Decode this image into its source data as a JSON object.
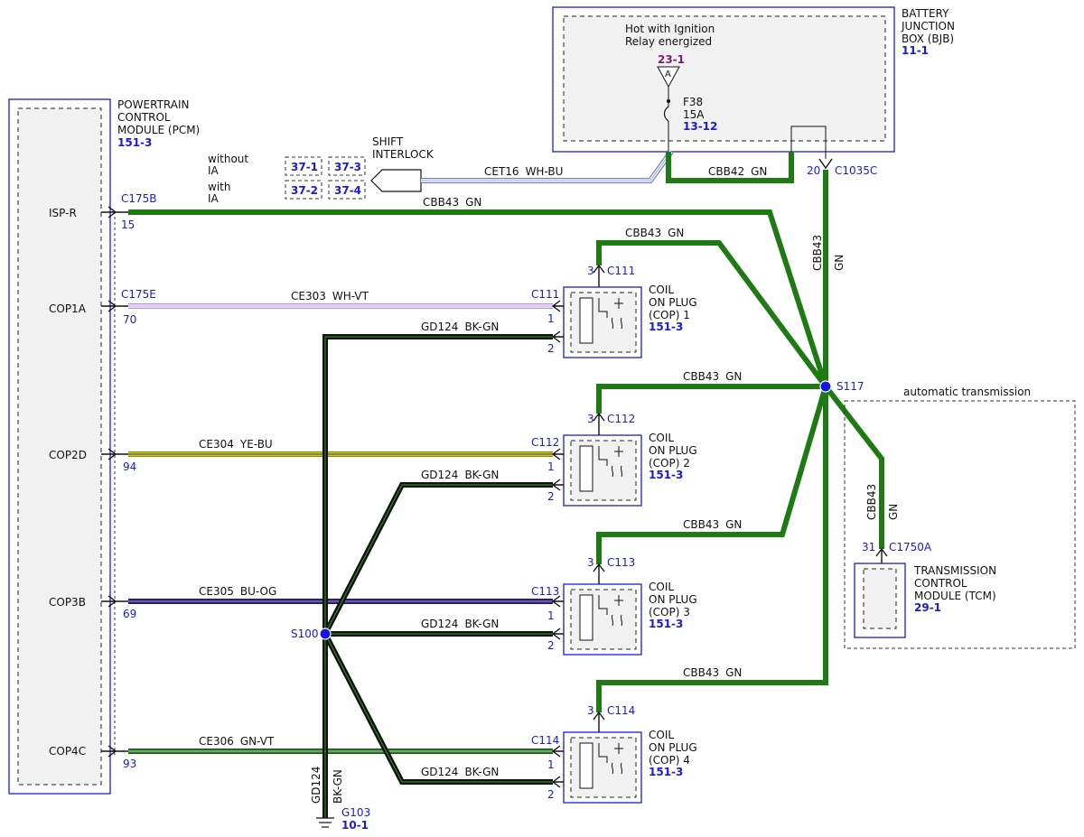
{
  "modules": {
    "pcm": {
      "name_lines": [
        "POWERTRAIN",
        "CONTROL",
        "MODULE (PCM)"
      ],
      "ref": "151-3"
    },
    "bjb": {
      "name_lines": [
        "BATTERY",
        "JUNCTION",
        "BOX (BJB)"
      ],
      "ref": "11-1",
      "note_lines": [
        "Hot with Ignition",
        "Relay energized"
      ],
      "circuit_ref": "23-1",
      "circuit_tag": "A",
      "fuse_name": "F38",
      "fuse_rating": "15A",
      "fuse_ref": "13-12"
    },
    "tcm": {
      "name_lines": [
        "TRANSMISSION",
        "CONTROL",
        "MODULE (TCM)"
      ],
      "ref": "29-1",
      "region_label": "automatic transmission"
    },
    "shift_interlock": {
      "name_lines": [
        "SHIFT",
        "INTERLOCK"
      ],
      "without_lines": [
        "without",
        "IA"
      ],
      "with_lines": [
        "with",
        "IA"
      ],
      "refs": [
        "37-1",
        "37-3",
        "37-2",
        "37-4"
      ]
    },
    "cops": [
      {
        "name_lines": [
          "COIL",
          "ON PLUG",
          "(COP) 1"
        ],
        "ref": "151-3"
      },
      {
        "name_lines": [
          "COIL",
          "ON PLUG",
          "(COP) 2"
        ],
        "ref": "151-3"
      },
      {
        "name_lines": [
          "COIL",
          "ON PLUG",
          "(COP) 3"
        ],
        "ref": "151-3"
      },
      {
        "name_lines": [
          "COIL",
          "ON PLUG",
          "(COP) 4"
        ],
        "ref": "151-3"
      }
    ]
  },
  "pcm_pins": [
    {
      "label": "ISP-R",
      "connector": "C175B",
      "pin": "15"
    },
    {
      "label": "COP1A",
      "connector": "C175E",
      "pin": "70"
    },
    {
      "label": "COP2D",
      "connector": "",
      "pin": "94"
    },
    {
      "label": "COP3B",
      "connector": "",
      "pin": "69"
    },
    {
      "label": "COP4C",
      "connector": "",
      "pin": "93"
    }
  ],
  "connectors": {
    "c1035c": {
      "name": "C1035C",
      "pin": "20"
    },
    "c1750a": {
      "name": "C1750A",
      "pin": "31"
    },
    "cop_connectors": [
      {
        "name": "C111",
        "pin_top": "3",
        "pin1": "1",
        "pin2": "2"
      },
      {
        "name": "C112",
        "pin_top": "3",
        "pin1": "1",
        "pin2": "2"
      },
      {
        "name": "C113",
        "pin_top": "3",
        "pin1": "1",
        "pin2": "2"
      },
      {
        "name": "C114",
        "pin_top": "3",
        "pin1": "1",
        "pin2": "2"
      }
    ]
  },
  "splices": {
    "s117": "S117",
    "s100": "S100"
  },
  "ground": {
    "name": "G103",
    "ref": "10-1"
  },
  "wire_labels": {
    "cet16": {
      "circuit": "CET16",
      "color": "WH-BU"
    },
    "cbb42": {
      "circuit": "CBB42",
      "color": "GN"
    },
    "cbb43_main": {
      "circuit": "CBB43",
      "color": "GN"
    },
    "cbb43_vertical": {
      "circuit": "CBB43",
      "color": "GN"
    },
    "cbb43_c111": {
      "circuit": "CBB43",
      "color": "GN"
    },
    "cbb43_c112": {
      "circuit": "CBB43",
      "color": "GN"
    },
    "cbb43_c113": {
      "circuit": "CBB43",
      "color": "GN"
    },
    "cbb43_c114": {
      "circuit": "CBB43",
      "color": "GN"
    },
    "cbb43_tcm": {
      "circuit": "CBB43",
      "color": "GN"
    },
    "ce303": {
      "circuit": "CE303",
      "color": "WH-VT"
    },
    "ce304": {
      "circuit": "CE304",
      "color": "YE-BU"
    },
    "ce305": {
      "circuit": "CE305",
      "color": "BU-OG"
    },
    "ce306": {
      "circuit": "CE306",
      "color": "GN-VT"
    },
    "gd124_1": {
      "circuit": "GD124",
      "color": "BK-GN"
    },
    "gd124_2": {
      "circuit": "GD124",
      "color": "BK-GN"
    },
    "gd124_3": {
      "circuit": "GD124",
      "color": "BK-GN"
    },
    "gd124_4": {
      "circuit": "GD124",
      "color": "BK-GN"
    },
    "gd124_ground": {
      "circuit": "GD124",
      "color": "BK-GN"
    }
  },
  "colors": {
    "module_outline": "#2a2ae0",
    "ref_text": "#1a1adb",
    "circuit_ref": "#7a1f7a",
    "wire_green": "#1e7a12",
    "wire_black": "#111111",
    "wire_white": "#ffffff",
    "wire_violet": "#c9a7e8",
    "wire_yellow": "#e9e100",
    "wire_blue": "#2323b8",
    "wire_orange": "#e08a1a",
    "wire_light_blue": "#9fb7e8",
    "splice": "#1515e6"
  }
}
